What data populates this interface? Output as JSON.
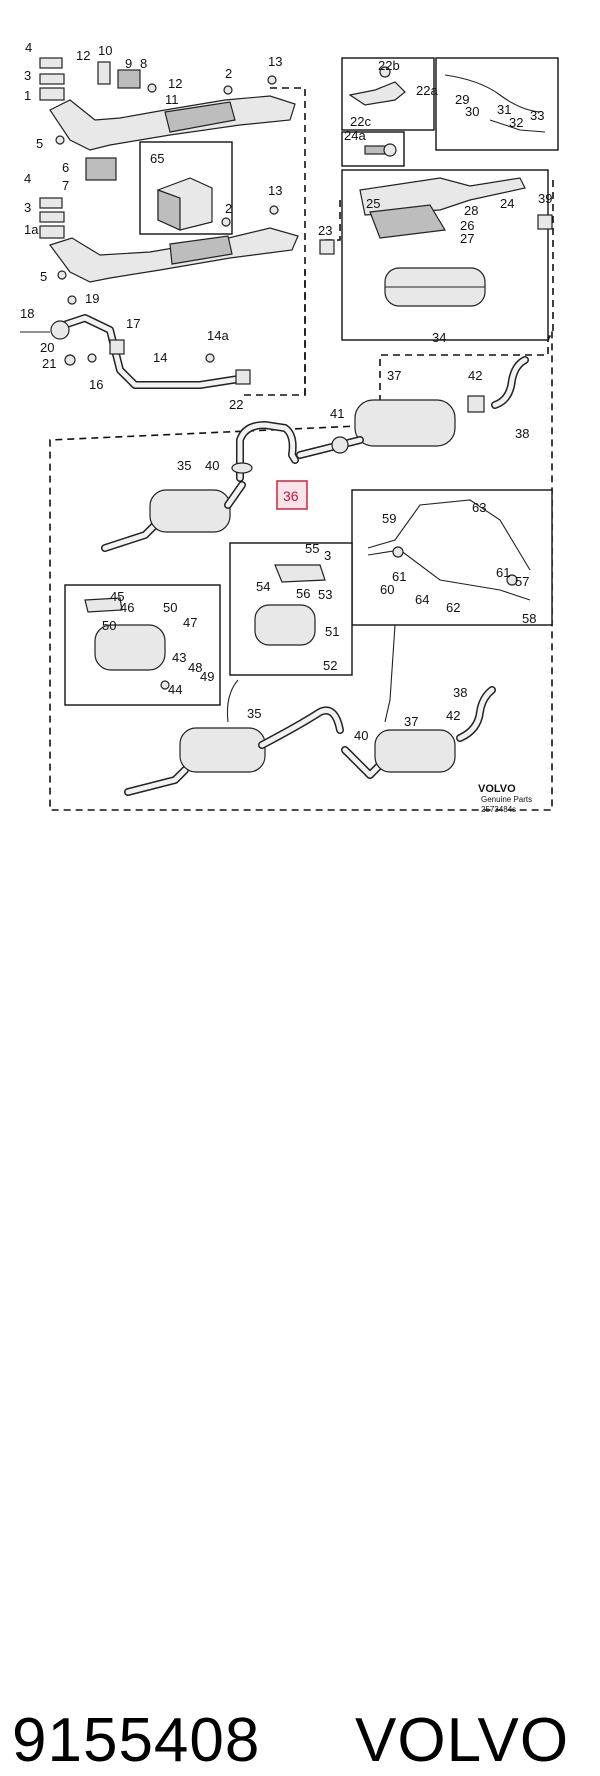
{
  "diagram": {
    "callouts": {
      "c4a": "4",
      "c12a": "12",
      "c10": "10",
      "c9": "9",
      "c8": "8",
      "c3a": "3",
      "c12b": "12",
      "c11": "11",
      "c1": "1",
      "c2a": "2",
      "c13a": "13",
      "c5a": "5",
      "c6": "6",
      "c65": "65",
      "c4b": "4",
      "c7": "7",
      "c3b": "3",
      "c1a": "1a",
      "c2b": "2",
      "c13b": "13",
      "c5b": "5",
      "c18": "18",
      "c19": "19",
      "c17": "17",
      "c20": "20",
      "c21": "21",
      "c16": "16",
      "c14a": "14a",
      "c14": "14",
      "c22": "22",
      "c23": "23",
      "c22b": "22b",
      "c22a": "22a",
      "c22c": "22c",
      "c24a": "24a",
      "c29": "29",
      "c30": "30",
      "c31": "31",
      "c32": "32",
      "c33": "33",
      "c25": "25",
      "c28": "28",
      "c26": "26",
      "c27": "27",
      "c24": "24",
      "c39": "39",
      "c34": "34",
      "c37a": "37",
      "c42a": "42",
      "c38a": "38",
      "c41": "41",
      "c40a": "40",
      "c35a": "35",
      "c59": "59",
      "c63": "63",
      "c61a": "61",
      "c60": "60",
      "c64": "64",
      "c61b": "61",
      "c57": "57",
      "c62": "62",
      "c58": "58",
      "c55": "55",
      "c3c": "3",
      "c54": "54",
      "c56": "56",
      "c53": "53",
      "c51": "51",
      "c52": "52",
      "c45": "45",
      "c46": "46",
      "c50a": "50",
      "c50b": "50",
      "c47": "47",
      "c43": "43",
      "c48": "48",
      "c49": "49",
      "c44": "44",
      "c35b": "35",
      "c38b": "38",
      "c40b": "40",
      "c37b": "37",
      "c42b": "42"
    },
    "highlighted_part": "36",
    "brand_logo": "VOLVO",
    "brand_subtitle": "Genuine Parts",
    "diagram_code": "2573484s",
    "highlight_color": "#d0304a"
  },
  "footer": {
    "part_number": "9155408",
    "brand": "VOLVO"
  }
}
